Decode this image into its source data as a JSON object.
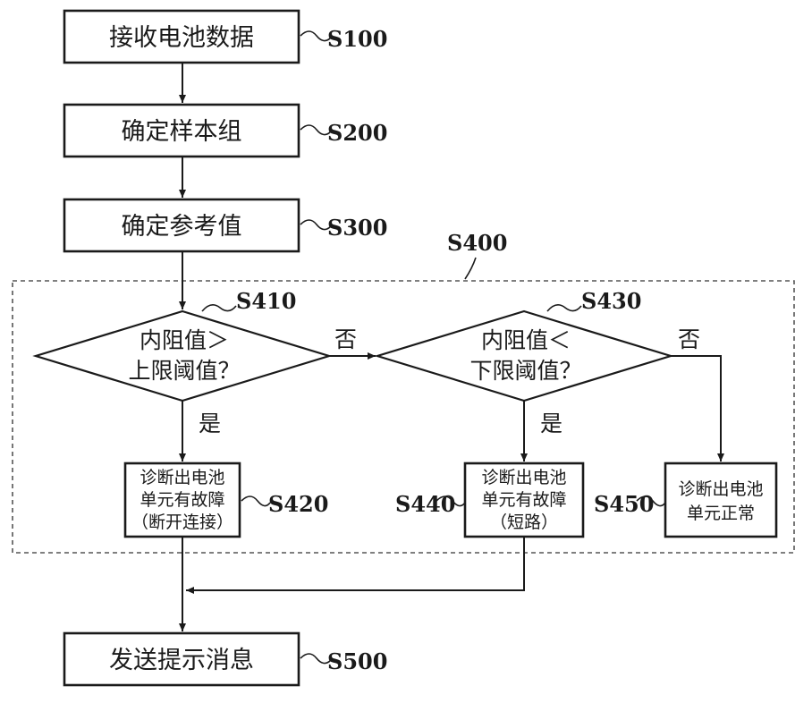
{
  "steps": {
    "s100": {
      "label": "接收电池数据",
      "code": "S100"
    },
    "s200": {
      "label": "确定样本组",
      "code": "S200"
    },
    "s300": {
      "label": "确定参考值",
      "code": "S300"
    },
    "s400": {
      "code": "S400"
    },
    "s410": {
      "line1": "内阻值＞",
      "line2": "上限阈值？",
      "code": "S410"
    },
    "s430": {
      "line1": "内阻值＜",
      "line2": "下限阈值？",
      "code": "S430"
    },
    "s420": {
      "line1": "诊断出电池",
      "line2": "单元有故障",
      "line3": "（断开连接）",
      "code": "S420"
    },
    "s440": {
      "line1": "诊断出电池",
      "line2": "单元有故障",
      "line3": "（短路）",
      "code": "S440"
    },
    "s450": {
      "line1": "诊断出电池",
      "line2": "单元正常",
      "code": "S450"
    },
    "s500": {
      "label": "发送提示消息",
      "code": "S500"
    }
  },
  "branches": {
    "yes": "是",
    "no": "否"
  }
}
